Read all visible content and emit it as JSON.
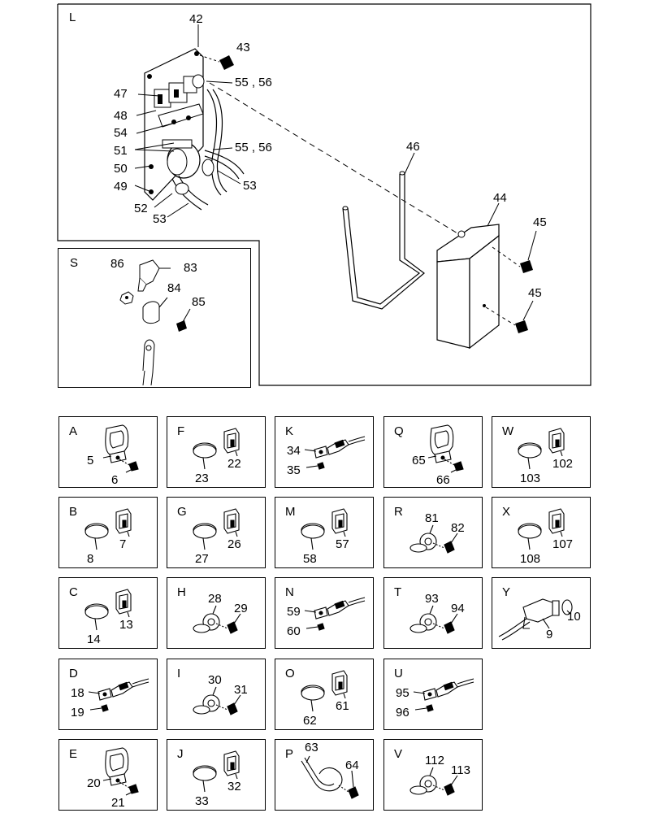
{
  "detail_L": {
    "letter": "L",
    "callouts": [
      "42",
      "43",
      "55 , 56",
      "47",
      "48",
      "54",
      "51",
      "55 , 56",
      "50",
      "49",
      "52",
      "53",
      "53",
      "46",
      "44",
      "45",
      "45"
    ]
  },
  "detail_S": {
    "letter": "S",
    "callouts": [
      "86",
      "83",
      "84",
      "85"
    ]
  },
  "panels": [
    {
      "letter": "A",
      "callouts": [
        "5",
        "6"
      ]
    },
    {
      "letter": "F",
      "callouts": [
        "23",
        "22"
      ]
    },
    {
      "letter": "K",
      "callouts": [
        "34",
        "35"
      ]
    },
    {
      "letter": "Q",
      "callouts": [
        "65",
        "66"
      ]
    },
    {
      "letter": "W",
      "callouts": [
        "103",
        "102"
      ]
    },
    {
      "letter": "B",
      "callouts": [
        "8",
        "7"
      ]
    },
    {
      "letter": "G",
      "callouts": [
        "27",
        "26"
      ]
    },
    {
      "letter": "M",
      "callouts": [
        "58",
        "57"
      ]
    },
    {
      "letter": "R",
      "callouts": [
        "81",
        "82"
      ]
    },
    {
      "letter": "X",
      "callouts": [
        "108",
        "107"
      ]
    },
    {
      "letter": "C",
      "callouts": [
        "14",
        "13"
      ]
    },
    {
      "letter": "H",
      "callouts": [
        "28",
        "29"
      ]
    },
    {
      "letter": "N",
      "callouts": [
        "59",
        "60"
      ]
    },
    {
      "letter": "T",
      "callouts": [
        "93",
        "94"
      ]
    },
    {
      "letter": "Y",
      "callouts": [
        "9",
        "10"
      ]
    },
    {
      "letter": "D",
      "callouts": [
        "18",
        "19"
      ]
    },
    {
      "letter": "I",
      "callouts": [
        "30",
        "31"
      ]
    },
    {
      "letter": "O",
      "callouts": [
        "62",
        "61"
      ]
    },
    {
      "letter": "U",
      "callouts": [
        "95",
        "96"
      ]
    },
    {
      "letter": "E",
      "callouts": [
        "20",
        "21"
      ]
    },
    {
      "letter": "J",
      "callouts": [
        "33",
        "32"
      ]
    },
    {
      "letter": "P",
      "callouts": [
        "63",
        "64"
      ]
    },
    {
      "letter": "V",
      "callouts": [
        "112",
        "113"
      ]
    }
  ]
}
